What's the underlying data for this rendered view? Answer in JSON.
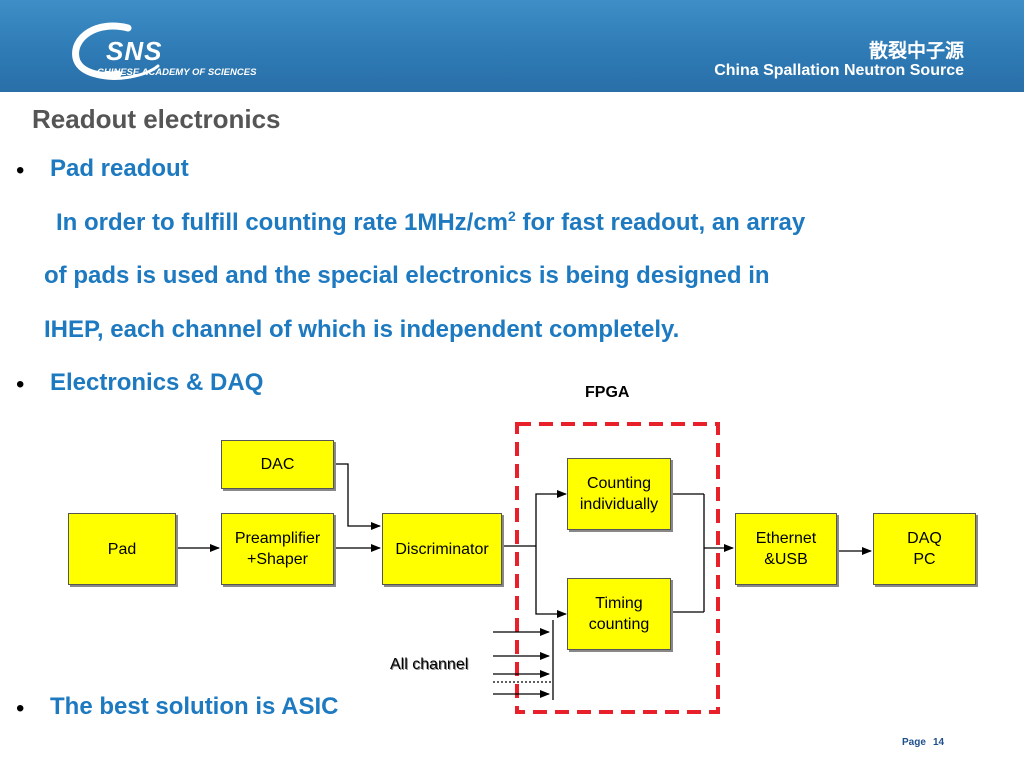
{
  "header": {
    "logo_text": "SNS",
    "logo_subtext": "CHINESE ACADEMY OF SCIENCES",
    "title_cn": "散裂中子源",
    "title_en": "China Spallation Neutron Source"
  },
  "slide": {
    "title": "Readout electronics",
    "bullet_symbol": "•",
    "bullets": [
      {
        "heading": "Pad readout",
        "lines": [
          "In order to fulfill counting rate 1MHz/cm",
          "2",
          " for fast readout, an array",
          "of pads is used and the special electronics is being designed in",
          "IHEP, each channel of which is independent completely."
        ]
      },
      {
        "heading": "Electronics & DAQ"
      },
      {
        "heading": "The best solution is ASIC"
      }
    ]
  },
  "diagram": {
    "fpga_label": "FPGA",
    "all_channel_label": "All channel",
    "blocks": {
      "pad": "Pad",
      "dac": "DAC",
      "preamp": "Preamplifier\n+Shaper",
      "discriminator": "Discriminator",
      "counting": "Counting\nindividually",
      "timing": "Timing\ncounting",
      "ethernet": "Ethernet\n&USB",
      "daq": "DAQ\nPC"
    }
  },
  "footer": {
    "page_label": "Page",
    "page_number": "14"
  },
  "colors": {
    "header": "#2e7bb6",
    "accent_text": "#1d79c0",
    "block_fill": "#ffff00",
    "fpga_border": "#e8202a"
  }
}
